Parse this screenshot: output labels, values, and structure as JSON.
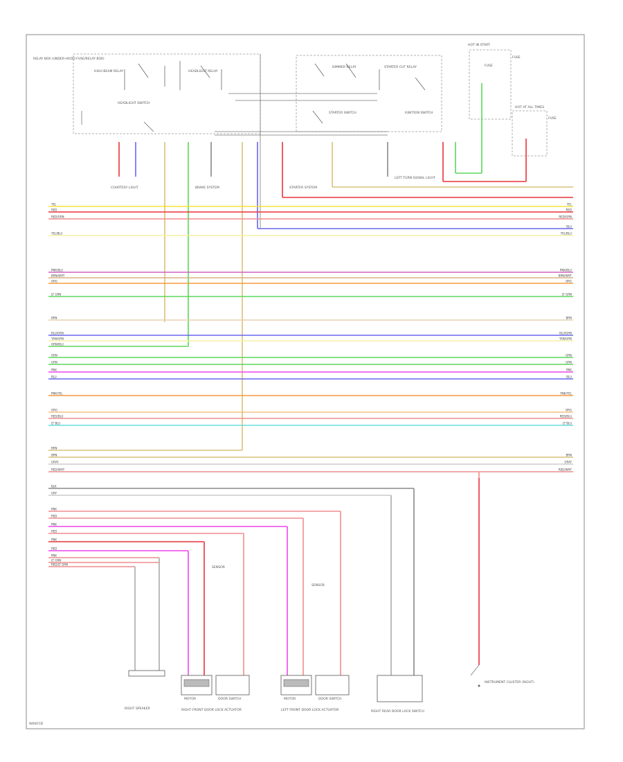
{
  "page_code": "W6N7CB",
  "wire_labels": [
    {
      "wire": "yel",
      "left": "YEL",
      "right": "YEL"
    },
    {
      "wire": "red",
      "left": "RED",
      "right": "RED"
    },
    {
      "wire": "red_grn",
      "left": "RED/GRN",
      "right": "RED/GRN"
    },
    {
      "wire": "blu",
      "left": "",
      "right": "BLU"
    },
    {
      "wire": "yel_blu",
      "left": "YEL/BLU",
      "right": "YEL/BLU"
    },
    {
      "wire": "pnk_blu",
      "left": "PNK/BLU",
      "right": "PNK/BLU"
    },
    {
      "wire": "brn_wht",
      "left": "BRN/WHT",
      "right": "BRN/WHT"
    },
    {
      "wire": "org",
      "left": "ORG",
      "right": "ORG"
    },
    {
      "wire": "lt_grn",
      "left": "LT GRN",
      "right": "LT GRN"
    },
    {
      "wire": "brn",
      "left": "BRN",
      "right": "BRN"
    },
    {
      "wire": "blu_grn",
      "left": "BLU/GRN",
      "right": "BLU/GRN"
    },
    {
      "wire": "tan_grn",
      "left": "TAN/GRN",
      "right": "TAN/GRN"
    },
    {
      "wire": "grn_blu",
      "left": "GRN/BLU",
      "right": ""
    },
    {
      "wire": "grn",
      "left": "GRN",
      "right": "GRN"
    },
    {
      "wire": "grn2",
      "left": "GRN",
      "right": "GRN"
    },
    {
      "wire": "pnk",
      "left": "PNK",
      "right": "PNK"
    },
    {
      "wire": "blu2",
      "left": "BLU",
      "right": "BLU"
    },
    {
      "wire": "pnk_yel",
      "left": "PNK/YEL",
      "right": "PNK/YEL"
    },
    {
      "wire": "org2",
      "left": "ORG",
      "right": "ORG"
    },
    {
      "wire": "red_blu",
      "left": "RED/BLU",
      "right": "RED/BLU"
    },
    {
      "wire": "lt_blu",
      "left": "LT BLU",
      "right": "LT BLU"
    },
    {
      "wire": "brn2",
      "left": "BRN",
      "right": ""
    },
    {
      "wire": "brn3",
      "left": "BRN",
      "right": "BRN"
    },
    {
      "wire": "gray",
      "left": "GRAY",
      "right": "GRAY"
    },
    {
      "wire": "red_wht",
      "left": "RED/WHT",
      "right": "RED/WHT"
    },
    {
      "wire": "blk",
      "left": "BLK",
      "right": ""
    },
    {
      "wire": "gry",
      "left": "GRY",
      "right": ""
    },
    {
      "wire": "pnk2",
      "left": "PNK",
      "right": ""
    },
    {
      "wire": "red2",
      "left": "RED",
      "right": ""
    },
    {
      "wire": "pnk3",
      "left": "PNK",
      "right": ""
    },
    {
      "wire": "red3",
      "left": "RED",
      "right": ""
    },
    {
      "wire": "pnk4",
      "left": "PNK",
      "right": ""
    },
    {
      "wire": "red4",
      "left": "RED",
      "right": ""
    },
    {
      "wire": "pnk5",
      "left": "PNK",
      "right": ""
    },
    {
      "wire": "ltgrn_red",
      "left": "LT GRN",
      "right": ""
    },
    {
      "wire": "red_ltgrn",
      "left": "RED/LT GRN",
      "right": ""
    }
  ],
  "components": {
    "relay_block_note": "RELAY BOX (UNDER-HOOD FUSE/RELAY BOX)",
    "high_beam_relay": "HIGH BEAM RELAY",
    "headlight_relay": "HEADLIGHT RELAY",
    "dimmer_relay": "DIMMER RELAY",
    "starter_cut_relay": "STARTER CUT RELAY",
    "headlight_switch": "HEADLIGHT SWITCH",
    "starter_switch": "STARTER SWITCH",
    "ignition_switch": "IGNITION SWITCH",
    "hot_in_start": "HOT IN START",
    "hot_at_all_times": "HOT AT ALL TIMES",
    "fuse_a": "FUSE",
    "fuse_b": "FUSE",
    "fuse_c": "FUSE",
    "courtesy_light": "COURTESY LIGHT",
    "brake_system": "BRAKE SYSTEM",
    "starter_system": "STARTER SYSTEM",
    "left_turn_light": "LEFT TURN SIGNAL LIGHT",
    "right_speaker": "RIGHT SPEAKER",
    "right_front_motor": "RIGHT FRONT DOOR LOCK ACTUATOR",
    "left_front_motor": "LEFT FRONT DOOR LOCK ACTUATOR",
    "right_cluster": "INSTRUMENT CLUSTER (RIGHT)",
    "right_rear_lock": "RIGHT REAR DOOR LOCK SWITCH",
    "motor_a": "MOTOR",
    "motor_b": "MOTOR",
    "switch_a": "DOOR SWITCH",
    "switch_b": "DOOR SWITCH",
    "sensor_a": "SENSOR",
    "sensor_b": "SENSOR"
  },
  "colors": {
    "yel": "#f5e23a",
    "red": "#e8323a",
    "red_grn": "#f08c8c",
    "grn": "#5cd65c",
    "blu": "#6666ee",
    "pnk": "#ee44ee",
    "org": "#f59a3a",
    "brn": "#c8a070",
    "ltblu": "#66dddd",
    "gray": "#999999",
    "blk": "#444444"
  }
}
